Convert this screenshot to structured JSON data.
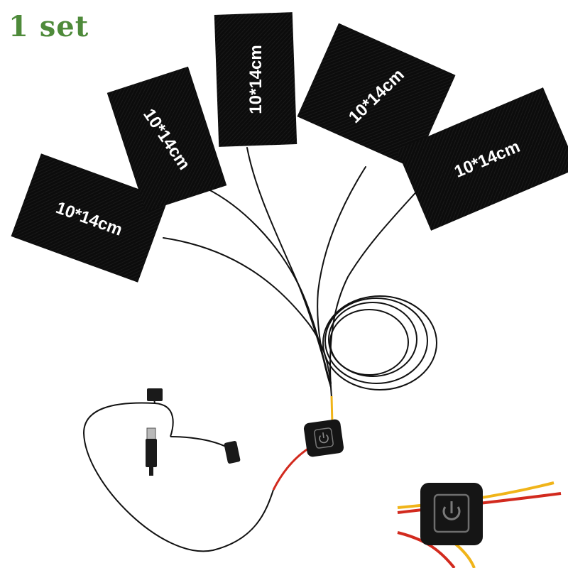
{
  "header": {
    "set_label": "1 set"
  },
  "pads": [
    {
      "label": "10*14cm"
    },
    {
      "label": "10*14cm"
    },
    {
      "label": "10*14cm"
    },
    {
      "label": "10*14cm"
    },
    {
      "label": "10*14cm"
    }
  ],
  "colors": {
    "header_text": "#4e8a3a",
    "pad_fill": "#0c0c0c",
    "wire": "#111111",
    "wire_red": "#d22a1e",
    "wire_yellow": "#f0b419",
    "switch_body": "#151515"
  },
  "icons": {
    "switch_icon": "power-icon",
    "connector_icon": "usb-plug-icon"
  }
}
